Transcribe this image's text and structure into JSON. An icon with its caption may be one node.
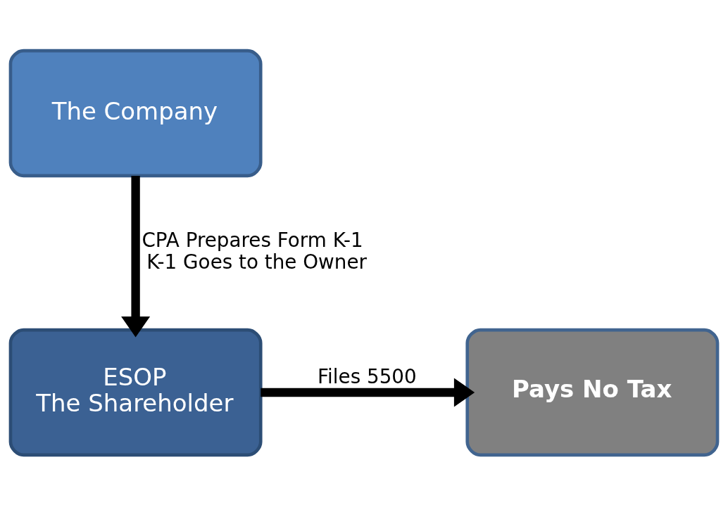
{
  "diagram": {
    "nodes": [
      {
        "text": [
          "The Company"
        ]
      },
      {
        "text": [
          "ESOP The Shareholder"
        ]
      },
      {
        "text": [
          "Pays No Tax"
        ]
      }
    ],
    "edges": [
      {
        "from": 0,
        "to": 1,
        "arrow": "to",
        "label": "CPA Prepares Form K-1 K-1 Goes to the Owner"
      },
      {
        "from": 1,
        "to": 2,
        "arrow": "to",
        "label": "Files 5500"
      }
    ]
  }
}
